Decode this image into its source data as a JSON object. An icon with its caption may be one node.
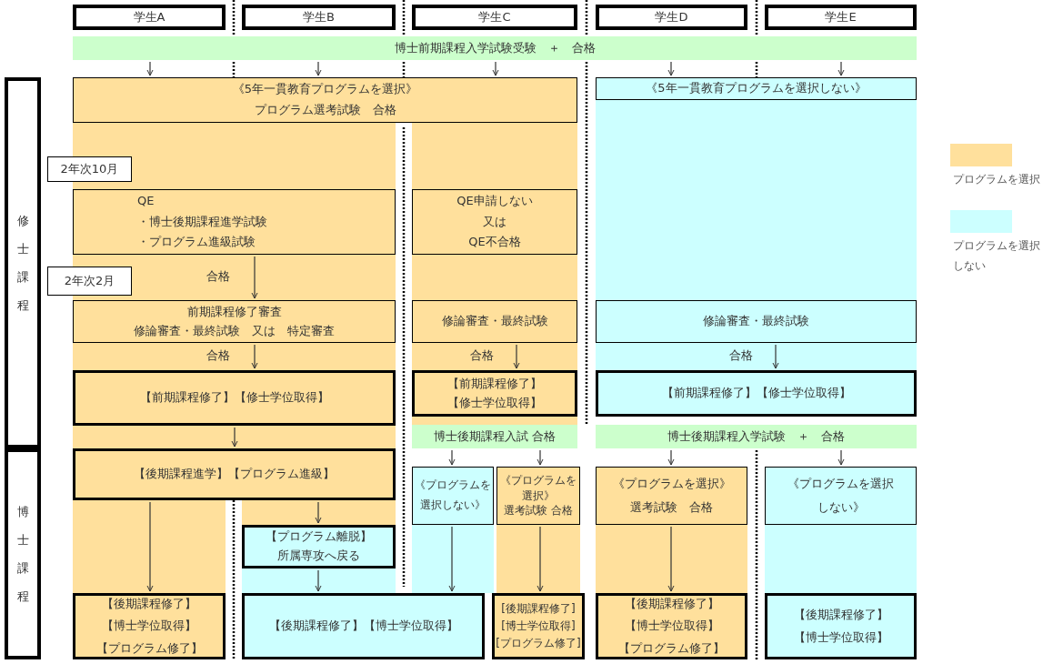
{
  "diagram": {
    "nodes": [
      {
        "text": [
          "学生A"
        ]
      },
      {
        "text": [
          "学生B"
        ]
      },
      {
        "text": [
          "学生C"
        ]
      },
      {
        "text": [
          "学生D"
        ]
      },
      {
        "text": [
          "学生E"
        ]
      },
      {
        "text": [
          "博士前期課程入学試験受験　＋　合格"
        ]
      },
      {
        "text": [
          "《5年一貫教育プログラムを選択》",
          "プログラム選考試験　合格"
        ]
      },
      {
        "text": [
          "《5年一貫教育プログラムを選択しない》"
        ]
      },
      {
        "text": [
          "2年次10月"
        ]
      },
      {
        "text": [
          "QE",
          "・博士後期課程進学試験",
          "・プログラム進級試験"
        ]
      },
      {
        "text": [
          "QE申請しない",
          "又は",
          "QE不合格"
        ]
      },
      {
        "text": [
          "2年次2月"
        ]
      },
      {
        "text": [
          "前期課程修了審査",
          "修論審査・最終試験　又は　特定審査"
        ]
      },
      {
        "text": [
          "修論審査・最終試験"
        ]
      },
      {
        "text": [
          "修論審査・最終試験"
        ]
      },
      {
        "text": [
          "【前期課程修了】【修士学位取得】"
        ]
      },
      {
        "text": [
          "【前期課程修了】",
          "【修士学位取得】"
        ]
      },
      {
        "text": [
          "【前期課程修了】【修士学位取得】"
        ]
      },
      {
        "text": [
          "博士後期課程入試 合格"
        ]
      },
      {
        "text": [
          "博士後期課程入学試験　＋　合格"
        ]
      },
      {
        "text": [
          "【後期課程進学】【プログラム進級】"
        ]
      },
      {
        "text": [
          "《プログラムを選択しない》"
        ]
      },
      {
        "text": [
          "《プログラムを選択》",
          "選考試験 合格"
        ]
      },
      {
        "text": [
          "《プログラムを選択》",
          "選考試験　合格"
        ]
      },
      {
        "text": [
          "《プログラムを選択しない》"
        ]
      },
      {
        "text": [
          "【プログラム離脱】",
          "所属専攻へ戻る"
        ]
      },
      {
        "text": [
          "【後期課程修了】",
          "【博士学位取得】",
          "【プログラム修了】"
        ]
      },
      {
        "text": [
          "【後期課程修了】【博士学位取得】"
        ]
      },
      {
        "text": [
          "[後期課程修了]",
          "[博士学位取得]",
          "[プログラム修了]"
        ]
      },
      {
        "text": [
          "【後期課程修了】",
          "【博士学位取得】",
          "【プログラム修了】"
        ]
      },
      {
        "text": [
          "【後期課程修了】",
          "【博士学位取得】"
        ]
      },
      {
        "text": [
          "修士課程"
        ]
      },
      {
        "text": [
          "博士課程"
        ]
      }
    ],
    "edges": [
      {
        "from": 5,
        "to": 6,
        "arrow": "to"
      },
      {
        "from": 5,
        "to": 6,
        "arrow": "to"
      },
      {
        "from": 5,
        "to": 6,
        "arrow": "to"
      },
      {
        "from": 5,
        "to": 7,
        "arrow": "to"
      },
      {
        "from": 5,
        "to": 7,
        "arrow": "to"
      },
      {
        "from": 9,
        "to": 12,
        "arrow": "to",
        "label": "合格"
      },
      {
        "from": 12,
        "to": 15,
        "arrow": "to",
        "label": "合格"
      },
      {
        "from": 13,
        "to": 16,
        "arrow": "to",
        "label": "合格"
      },
      {
        "from": 14,
        "to": 17,
        "arrow": "to",
        "label": "合格"
      },
      {
        "from": 15,
        "to": 20,
        "arrow": "to"
      },
      {
        "from": 18,
        "to": 21,
        "arrow": "to"
      },
      {
        "from": 18,
        "to": 22,
        "arrow": "to"
      },
      {
        "from": 19,
        "to": 23,
        "arrow": "to"
      },
      {
        "from": 19,
        "to": 24,
        "arrow": "to"
      },
      {
        "from": 20,
        "to": 26,
        "arrow": "to"
      },
      {
        "from": 20,
        "to": 25,
        "arrow": "to"
      },
      {
        "from": 25,
        "to": 27,
        "arrow": "to"
      },
      {
        "from": 21,
        "to": 27,
        "arrow": "to"
      },
      {
        "from": 22,
        "to": 28,
        "arrow": "to"
      },
      {
        "from": 23,
        "to": 29,
        "arrow": "to"
      }
    ],
    "legend": [
      {
        "text": "プログラムを選択",
        "color": "#ffe09c"
      },
      {
        "text": "プログラムを選択しない",
        "color": "#ccffff"
      }
    ]
  }
}
